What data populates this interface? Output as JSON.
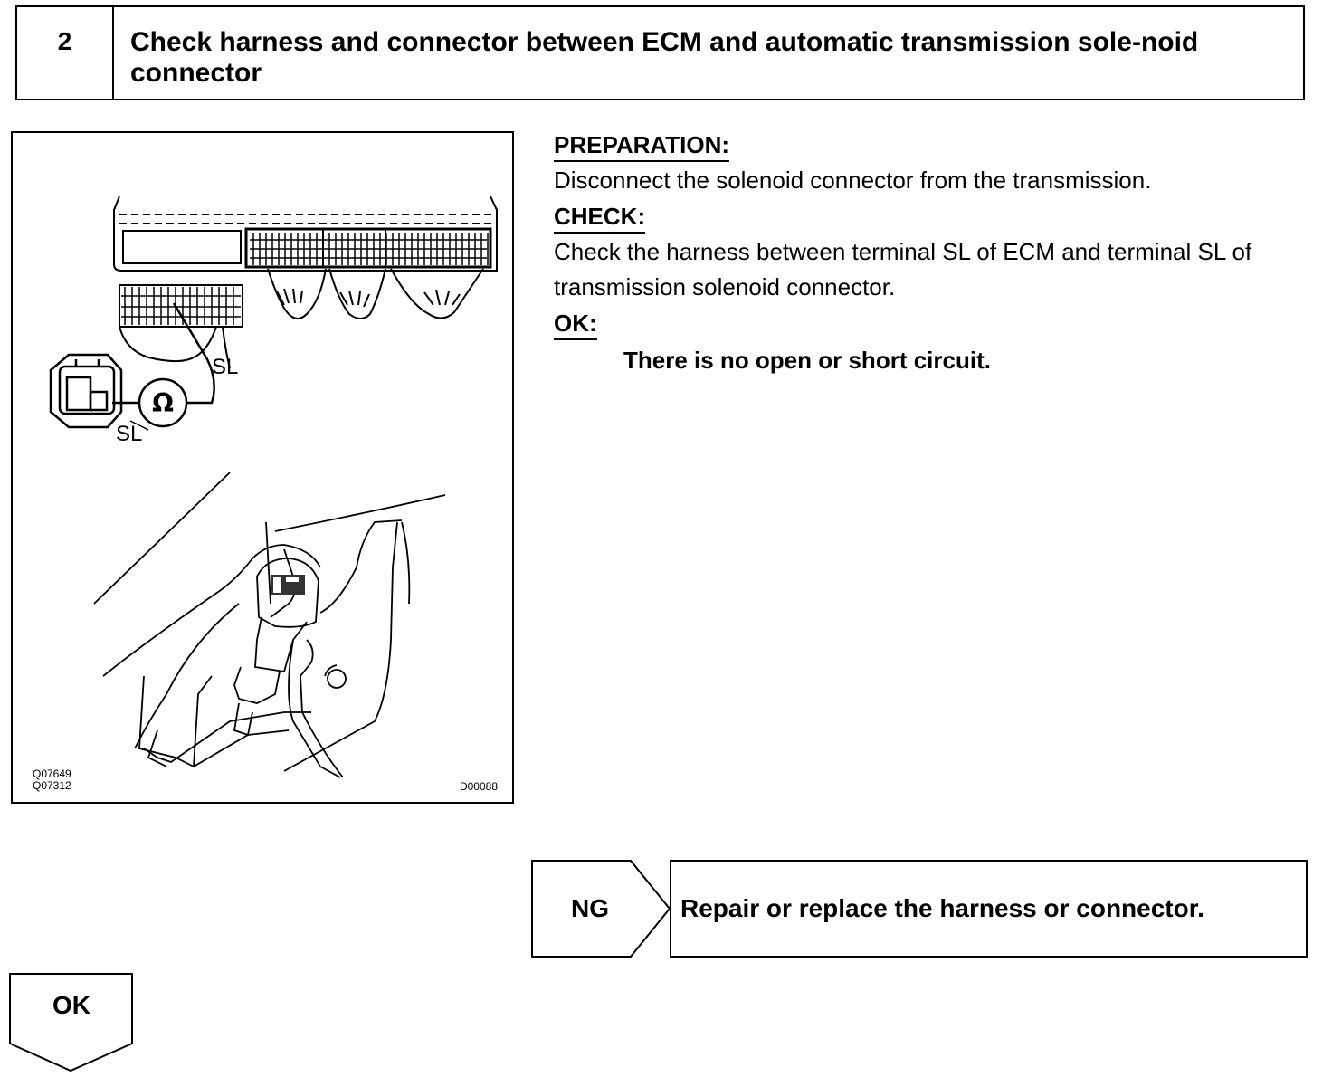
{
  "step": {
    "number": "2",
    "title": "Check harness and connector between ECM and automatic transmission sole-noid connector"
  },
  "figure": {
    "codes_left": [
      "Q07649",
      "Q07312"
    ],
    "code_right": "D00088",
    "labels": {
      "terminal_ecm": "SL",
      "terminal_solenoid": "SL",
      "meter_symbol": "Ω"
    }
  },
  "procedure": {
    "preparation_heading": "PREPARATION:",
    "preparation_text": "Disconnect the solenoid connector from the transmission.",
    "check_heading": "CHECK:",
    "check_text": "Check the harness between terminal SL of ECM and terminal SL of transmission solenoid connector.",
    "ok_heading": "OK:",
    "ok_text": "There is no open or short circuit."
  },
  "outcomes": {
    "ng_label": "NG",
    "ng_action": "Repair or replace the harness or connector.",
    "ok_label": "OK"
  }
}
